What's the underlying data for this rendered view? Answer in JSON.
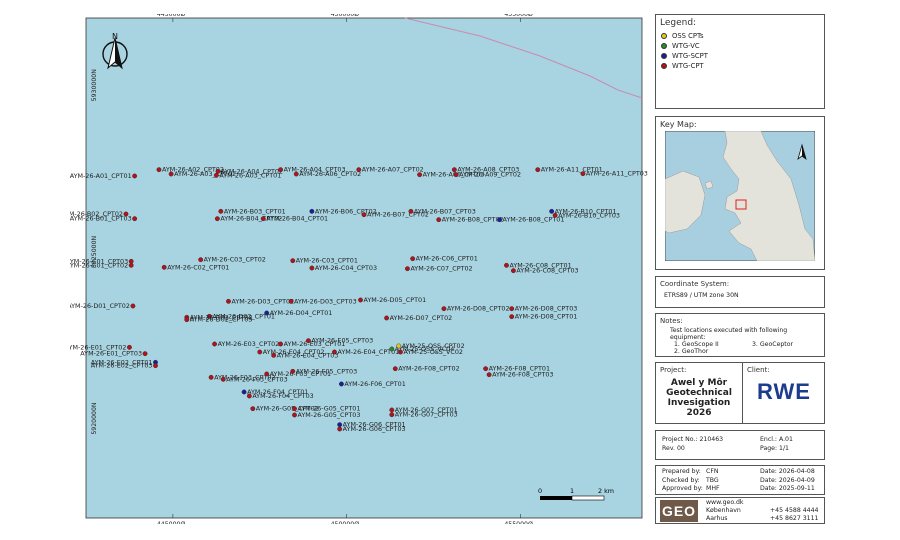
{
  "map": {
    "x_ticks": [
      {
        "x": 4450000,
        "label": "445000Ø"
      },
      {
        "x": 4500000,
        "label": "450000Ø"
      },
      {
        "x": 4550000,
        "label": "455000Ø"
      }
    ],
    "y_ticks": [
      {
        "y": 5930000,
        "label": "5930000N"
      },
      {
        "y": 5925000,
        "label": "5925000N"
      },
      {
        "y": 5920000,
        "label": "5920000N"
      }
    ],
    "north_letter": "N",
    "scale": {
      "labels": [
        "0",
        "1",
        "2 km"
      ]
    },
    "colors": {
      "water": "#a8d3e0",
      "cpt": "#b5121b",
      "scpt": "#1a1f9b",
      "vc": "#2a8a2a",
      "oss": "#e6c619",
      "boundary": "#c98cb0"
    },
    "points": [
      {
        "label": "AYM-26-A01_CPT01",
        "type": "cpt",
        "x": 4439000,
        "y": 5927760
      },
      {
        "label": "AYM-26-A02_CPT02",
        "type": "cpt",
        "x": 4446000,
        "y": 5927950
      },
      {
        "label": "AYM-26-A03_CPT02",
        "type": "cpt",
        "x": 4449500,
        "y": 5927820
      },
      {
        "label": "AYM-26-A04_CPT02",
        "type": "cpt",
        "x": 4463000,
        "y": 5927900
      },
      {
        "label": "AYM-26-A03_CPT01",
        "type": "cpt",
        "x": 4462500,
        "y": 5927780
      },
      {
        "label": "AYM-26-A04_CPT03",
        "type": "cpt",
        "x": 4481000,
        "y": 5927950
      },
      {
        "label": "AYM-26-A06_CPT02",
        "type": "cpt",
        "x": 4485500,
        "y": 5927820
      },
      {
        "label": "AYM-26-A07_CPT02",
        "type": "cpt",
        "x": 4503500,
        "y": 5927950
      },
      {
        "label": "AYM-26-A06_CPT03",
        "type": "cpt",
        "x": 4521000,
        "y": 5927800
      },
      {
        "label": "AYM-26-A08_CPT03",
        "type": "cpt",
        "x": 4531000,
        "y": 5927950
      },
      {
        "label": "AYM-26-A09_CPT02",
        "type": "cpt",
        "x": 4531500,
        "y": 5927800
      },
      {
        "label": "AYM-26-A11_CPT01",
        "type": "cpt",
        "x": 4555000,
        "y": 5927950
      },
      {
        "label": "AYM-26-A11_CPT03",
        "type": "cpt",
        "x": 4568000,
        "y": 5927830
      },
      {
        "label": "AYM-26-B01_CPT03",
        "type": "cpt",
        "x": 4439000,
        "y": 5926480
      },
      {
        "label": "AYM-26-B02_CPT02",
        "type": "cpt",
        "x": 4436500,
        "y": 5926620
      },
      {
        "label": "AYM-26-B03_CPT01",
        "type": "cpt",
        "x": 4463800,
        "y": 5926700
      },
      {
        "label": "AYM-26-B04_CPT02",
        "type": "cpt",
        "x": 4462800,
        "y": 5926480
      },
      {
        "label": "AYM-26-B04_CPT01",
        "type": "cpt",
        "x": 4476000,
        "y": 5926480
      },
      {
        "label": "AYM-26-B06_CPT02",
        "type": "scpt",
        "x": 4490000,
        "y": 5926700
      },
      {
        "label": "AYM-26-B07_CPT02",
        "type": "cpt",
        "x": 4505000,
        "y": 5926600
      },
      {
        "label": "AYM-26-B07_CPT03",
        "type": "cpt",
        "x": 4518500,
        "y": 5926700
      },
      {
        "label": "AYM-26-B08_CPT02",
        "type": "cpt",
        "x": 4526500,
        "y": 5926450
      },
      {
        "label": "AYM-26-B08_CPT01",
        "type": "scpt",
        "x": 4544000,
        "y": 5926450
      },
      {
        "label": "AYM-26-B10_CPT01",
        "type": "scpt",
        "x": 4559000,
        "y": 5926700
      },
      {
        "label": "AYM-26-B10_CPT03",
        "type": "cpt",
        "x": 4560000,
        "y": 5926580
      },
      {
        "label": "AYM-26-C01_CPT03",
        "type": "cpt",
        "x": 4438000,
        "y": 5925200
      },
      {
        "label": "AYM-26-C01_CPT02",
        "type": "cpt",
        "x": 4438000,
        "y": 5925080
      },
      {
        "label": "AYM-26-C03_CPT02",
        "type": "cpt",
        "x": 4458000,
        "y": 5925250
      },
      {
        "label": "AYM-26-C02_CPT01",
        "type": "cpt",
        "x": 4447500,
        "y": 5925020
      },
      {
        "label": "AYM-26-C03_CPT01",
        "type": "cpt",
        "x": 4484500,
        "y": 5925220
      },
      {
        "label": "AYM-26-C04_CPT03",
        "type": "cpt",
        "x": 4490000,
        "y": 5925000
      },
      {
        "label": "AYM-26-C06_CPT01",
        "type": "cpt",
        "x": 4519000,
        "y": 5925280
      },
      {
        "label": "AYM-26-C07_CPT02",
        "type": "cpt",
        "x": 4517500,
        "y": 5924980
      },
      {
        "label": "AYM-26-C08_CPT01",
        "type": "cpt",
        "x": 4546000,
        "y": 5925080
      },
      {
        "label": "AYM-26-C08_CPT03",
        "type": "cpt",
        "x": 4548000,
        "y": 5924920
      },
      {
        "label": "AYM-26-D01_CPT02",
        "type": "cpt",
        "x": 4438500,
        "y": 5923860
      },
      {
        "label": "AYM-26-D02_CPT01",
        "type": "cpt",
        "x": 4460500,
        "y": 5923550
      },
      {
        "label": "AYM-26-D02_CPT02",
        "type": "cpt",
        "x": 4454000,
        "y": 5923520
      },
      {
        "label": "AYM-26-D02_CPT03",
        "type": "cpt",
        "x": 4454000,
        "y": 5923450
      },
      {
        "label": "AYM-26-D03_CPT02",
        "type": "cpt",
        "x": 4466000,
        "y": 5924000
      },
      {
        "label": "AYM-26-D03_CPT03",
        "type": "cpt",
        "x": 4484000,
        "y": 5924000
      },
      {
        "label": "AYM-26-D04_CPT01",
        "type": "scpt",
        "x": 4477000,
        "y": 5923650
      },
      {
        "label": "AYM-26-D05_CPT01",
        "type": "cpt",
        "x": 4504000,
        "y": 5924040
      },
      {
        "label": "AYM-26-D07_CPT02",
        "type": "cpt",
        "x": 4511500,
        "y": 5923500
      },
      {
        "label": "AYM-26-D08_CPT02",
        "type": "cpt",
        "x": 4528000,
        "y": 5923780
      },
      {
        "label": "AYM-26-D08_CPT03",
        "type": "cpt",
        "x": 4547500,
        "y": 5923780
      },
      {
        "label": "AYM-26-D08_CPT01",
        "type": "cpt",
        "x": 4547500,
        "y": 5923540
      },
      {
        "label": "AYM-26-E01_CPT02",
        "type": "cpt",
        "x": 4437500,
        "y": 5922620
      },
      {
        "label": "AYM-26-E01_CPT03",
        "type": "cpt",
        "x": 4442000,
        "y": 5922430
      },
      {
        "label": "AYM-26-E02_CPT01",
        "type": "scpt",
        "x": 4445000,
        "y": 5922170
      },
      {
        "label": "AYM-26-E02_CPT03",
        "type": "cpt",
        "x": 4445000,
        "y": 5922070
      },
      {
        "label": "AYM-26-E03_CPT02",
        "type": "cpt",
        "x": 4462000,
        "y": 5922720
      },
      {
        "label": "AYM-26-E03_CPT01",
        "type": "cpt",
        "x": 4481000,
        "y": 5922720
      },
      {
        "label": "AYM-26-E04_CPT02",
        "type": "cpt",
        "x": 4475000,
        "y": 5922480
      },
      {
        "label": "AYM-26-E04_CPT01",
        "type": "cpt",
        "x": 4496500,
        "y": 5922480
      },
      {
        "label": "AYM-26-E04_CPT03",
        "type": "cpt",
        "x": 4479000,
        "y": 5922380
      },
      {
        "label": "AYM-26-E05_CPT03",
        "type": "cpt",
        "x": 4489000,
        "y": 5922820
      },
      {
        "label": "AYM-25-OSS_VC04",
        "type": "vc",
        "x": 4513000,
        "y": 5922570
      },
      {
        "label": "AYM-25-OSS_CPT02",
        "type": "oss",
        "x": 4515000,
        "y": 5922660
      },
      {
        "label": "AYM-25-OSS_VC02",
        "type": "cpt",
        "x": 4515500,
        "y": 5922480
      },
      {
        "label": "AYM-26-F03_CPT02",
        "type": "cpt",
        "x": 4461000,
        "y": 5921720
      },
      {
        "label": "AYM-26-F03_CPT01",
        "type": "cpt",
        "x": 4477000,
        "y": 5921820
      },
      {
        "label": "AYM-26-F03_CPT03",
        "type": "cpt",
        "x": 4464500,
        "y": 5921660
      },
      {
        "label": "AYM-26-F05_CPT03",
        "type": "cpt",
        "x": 4484500,
        "y": 5921900
      },
      {
        "label": "AYM-26-F06_CPT01",
        "type": "scpt",
        "x": 4498500,
        "y": 5921520
      },
      {
        "label": "AYM-26-F08_CPT02",
        "type": "cpt",
        "x": 4514000,
        "y": 5921980
      },
      {
        "label": "AYM-26-F08_CPT01",
        "type": "cpt",
        "x": 4540000,
        "y": 5921980
      },
      {
        "label": "AYM-26-F08_CPT03",
        "type": "cpt",
        "x": 4541000,
        "y": 5921800
      },
      {
        "label": "AYM-26-F04_CPT01",
        "type": "scpt",
        "x": 4470500,
        "y": 5921280
      },
      {
        "label": "AYM-26-F04_CPT03",
        "type": "cpt",
        "x": 4472000,
        "y": 5921160
      },
      {
        "label": "AYM-26-G05_CPT02",
        "type": "cpt",
        "x": 4473000,
        "y": 5920780
      },
      {
        "label": "AYM-26-G05_CPT01",
        "type": "cpt",
        "x": 4485000,
        "y": 5920780
      },
      {
        "label": "AYM-26-G05_CPT03",
        "type": "cpt",
        "x": 4485000,
        "y": 5920590
      },
      {
        "label": "AYM-26-G07_CPT01",
        "type": "cpt",
        "x": 4513000,
        "y": 5920740
      },
      {
        "label": "AYM-26-G07_CPT03",
        "type": "cpt",
        "x": 4513000,
        "y": 5920600
      },
      {
        "label": "AYM-26-G06_CPT01",
        "type": "scpt",
        "x": 4498000,
        "y": 5920300
      },
      {
        "label": "AYM-26-G06_CPT03",
        "type": "cpt",
        "x": 4498000,
        "y": 5920170
      }
    ]
  },
  "legend": {
    "title": "Legend:",
    "items": [
      {
        "label": "OSS CPTs",
        "color": "#e6c619"
      },
      {
        "label": "WTG-VC",
        "color": "#2a8a2a"
      },
      {
        "label": "WTG-SCPT",
        "color": "#1a1f9b"
      },
      {
        "label": "WTG-CPT",
        "color": "#b5121b"
      }
    ]
  },
  "keymap": {
    "title": "Key Map:",
    "colors": {
      "sea": "#a8cfe0",
      "land": "#e3e3dc",
      "box": "#e0201c"
    }
  },
  "coords": {
    "title": "Coordinate System:",
    "value": "ETRS89 / UTM zone 30N"
  },
  "notes": {
    "title": "Notes:",
    "line1": "Test locations executed with following equipment:",
    "item1": "1. GeoScope II",
    "item2": "2. GeoThor",
    "item3": "3. GeoCeptor"
  },
  "project": {
    "label": "Project:",
    "name": "Awel y Môr Geotechnical Invesigation 2026",
    "client_label": "Client:",
    "client_logo": "RWE",
    "client_color": "#1d3c8f"
  },
  "info": {
    "project_no": "Project No.: 210463",
    "rev": "Rev. 00",
    "encl": "Encl.: A.01",
    "page": "Page: 1/1"
  },
  "approvals": [
    {
      "role": "Prepared by:",
      "who": "CFN",
      "date": "Date: 2026-04-08"
    },
    {
      "role": "Checked by:",
      "who": "TBG",
      "date": "Date: 2026-04-09"
    },
    {
      "role": "Approved by:",
      "who": "MHF",
      "date": "Date: 2025-09-11"
    }
  ],
  "company": {
    "logo": "GEO",
    "web": "www.geo.dk",
    "city1": "København",
    "phone1": "+45 4588 4444",
    "city2": "Aarhus",
    "phone2": "+45 8627 3111",
    "logo_bg": "#6f5a4a"
  }
}
